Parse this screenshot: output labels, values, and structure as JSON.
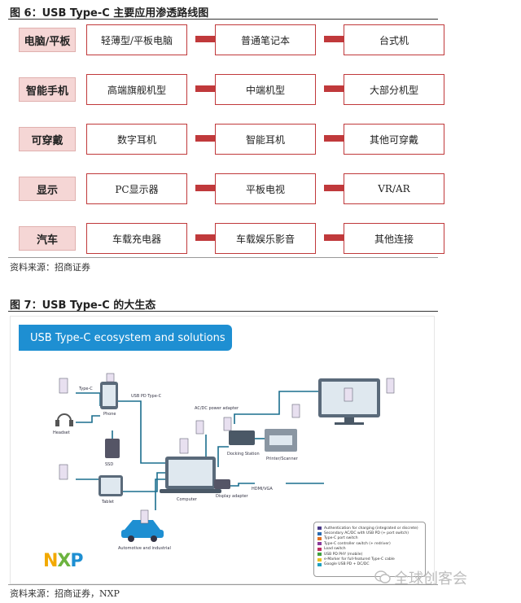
{
  "figure6": {
    "title": "图 6：USB Type-C 主要应用渗透路线图",
    "rows": [
      {
        "category": "电脑/平板",
        "steps": [
          "轻薄型/平板电脑",
          "普通笔记本",
          "台式机"
        ]
      },
      {
        "category": "智能手机",
        "steps": [
          "高端旗舰机型",
          "中端机型",
          "大部分机型"
        ]
      },
      {
        "category": "可穿戴",
        "steps": [
          "数字耳机",
          "智能耳机",
          "其他可穿戴"
        ]
      },
      {
        "category": "显示",
        "steps": [
          "PC显示器",
          "平板电视",
          "VR/AR"
        ]
      },
      {
        "category": "汽车",
        "steps": [
          "车载充电器",
          "车载娱乐影音",
          "其他连接"
        ]
      }
    ],
    "source": "资料来源：招商证券"
  },
  "figure7": {
    "title": "图 7：USB Type-C 的大生态",
    "banner": "USB Type-C ecosystem and solutions",
    "devices": [
      "Phone",
      "Headset",
      "SSD",
      "Tablet",
      "Computer",
      "Docking Station",
      "Printer/Scanner",
      "Display adapter",
      "Automotive and industrial"
    ],
    "link_labels": [
      "Type-C",
      "USB PD Type-C",
      "AC/DC power adapter",
      "HDMI/VGA"
    ],
    "legend": [
      {
        "label": "Authentication for charging (integrated or discrete)",
        "color": "#4a3a8a"
      },
      {
        "label": "Secondary AC/DC with USB PD (+ port switch)",
        "color": "#2a6ab0"
      },
      {
        "label": "Type-C port switch",
        "color": "#e07020"
      },
      {
        "label": "Type-C controller switch (+ redriver)",
        "color": "#8a3a9a"
      },
      {
        "label": "Load switch",
        "color": "#c03060"
      },
      {
        "label": "USB PD PHY (mobile)",
        "color": "#40a040"
      },
      {
        "label": "e-Marker for full-featured Type-C cable",
        "color": "#e8c020"
      },
      {
        "label": "Google USB PD + DC/DC",
        "color": "#20a0c0"
      }
    ],
    "logo": "NXP",
    "source": "资料来源：招商证券，NXP"
  },
  "watermark": "全球创客会"
}
